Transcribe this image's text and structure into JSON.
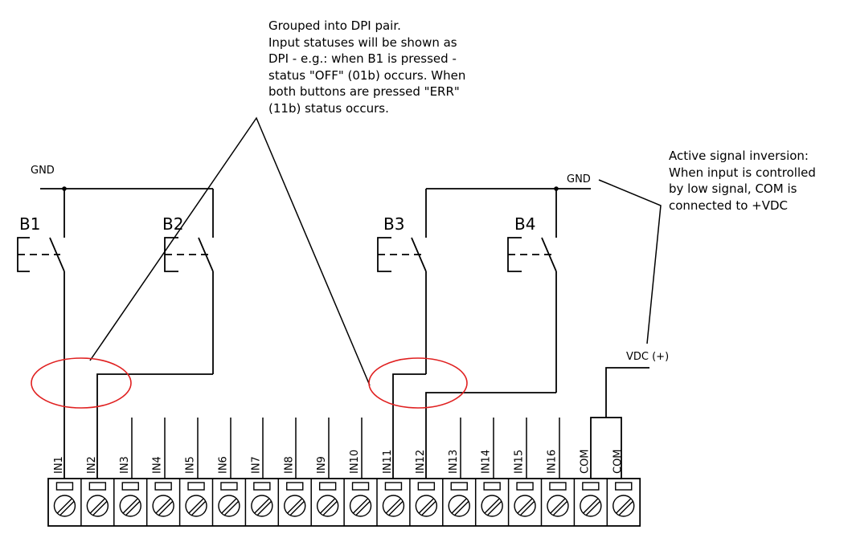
{
  "notes": {
    "dpi_pair": "Grouped into DPI pair.\nInput statuses will be shown as\nDPI - e.g.: when B1 is pressed -\nstatus \"OFF\" (01b) occurs. When\nboth buttons are pressed \"ERR\"\n(11b) status occurs.",
    "inversion": "Active signal inversion:\nWhen input is controlled\nby low signal, COM is\nconnected to +VDC"
  },
  "labels": {
    "gnd_left": "GND",
    "gnd_right": "GND",
    "vdc": "VDC (+)"
  },
  "buttons": [
    "B1",
    "B2",
    "B3",
    "B4"
  ],
  "terminals": [
    "IN1",
    "IN2",
    "IN3",
    "IN4",
    "IN5",
    "IN6",
    "IN7",
    "IN8",
    "IN9",
    "IN10",
    "IN11",
    "IN12",
    "IN13",
    "IN14",
    "IN15",
    "IN16",
    "COM",
    "COM"
  ],
  "colors": {
    "line": "#000000",
    "highlight": "#e02020",
    "background": "#ffffff"
  }
}
